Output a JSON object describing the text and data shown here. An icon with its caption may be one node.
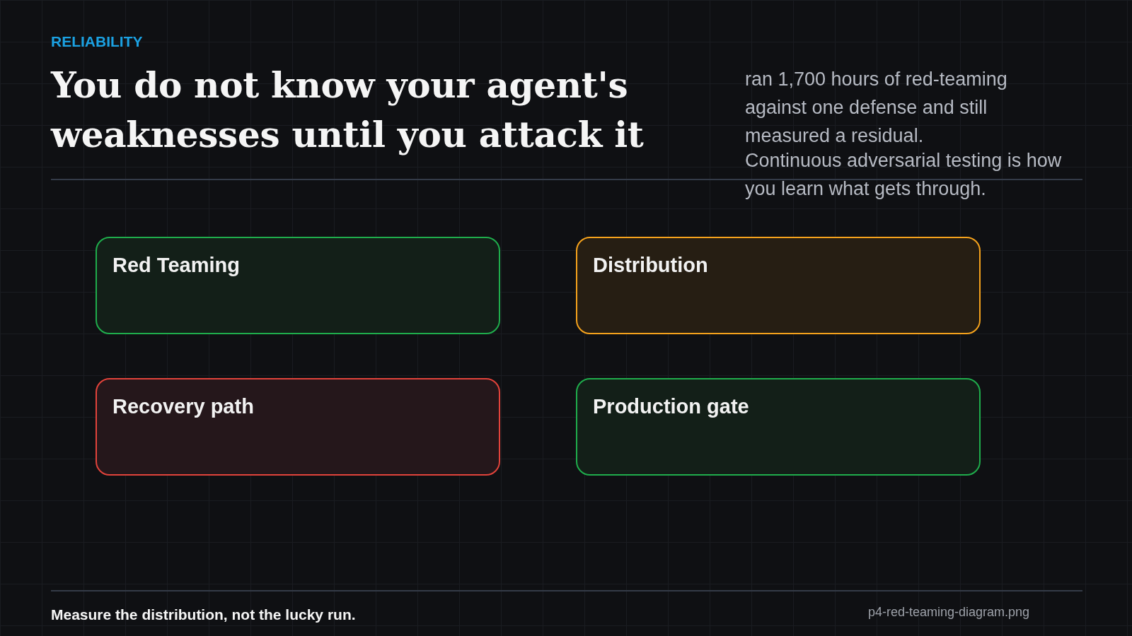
{
  "diagram": {
    "title": "You do not know your agent's weaknesses until you attack it",
    "caption": "Measure the distribution, not the lucky run.",
    "nodes": [
      {
        "text": [
          "Red Teaming"
        ]
      },
      {
        "text": [
          "Distribution"
        ]
      },
      {
        "text": [
          "Recovery path"
        ]
      },
      {
        "text": [
          "Production gate"
        ]
      }
    ],
    "labels": [
      "RELIABILITY",
      "ran 1,700 hours of red-teaming against one defense and still measured a residual.",
      "Continuous adversarial testing is how you learn what gets through.",
      "p4-red-teaming-diagram.png"
    ]
  }
}
